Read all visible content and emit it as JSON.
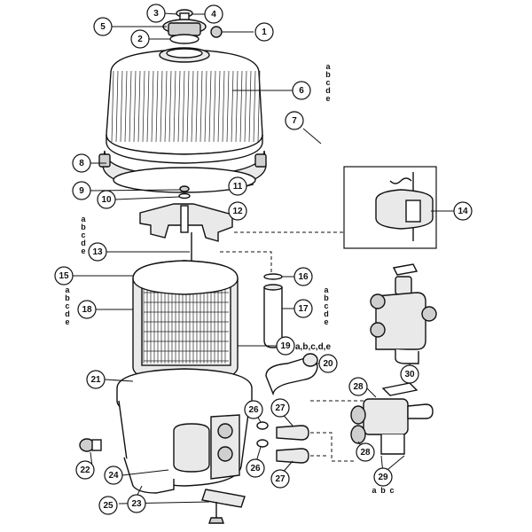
{
  "callouts": [
    {
      "num": "1"
    },
    {
      "num": "2"
    },
    {
      "num": "3"
    },
    {
      "num": "4"
    },
    {
      "num": "5"
    },
    {
      "num": "6"
    },
    {
      "num": "7"
    },
    {
      "num": "8"
    },
    {
      "num": "9"
    },
    {
      "num": "10"
    },
    {
      "num": "11"
    },
    {
      "num": "12"
    },
    {
      "num": "13"
    },
    {
      "num": "14"
    },
    {
      "num": "15"
    },
    {
      "num": "16"
    },
    {
      "num": "17"
    },
    {
      "num": "18"
    },
    {
      "num": "19"
    },
    {
      "num": "20"
    },
    {
      "num": "21"
    },
    {
      "num": "22"
    },
    {
      "num": "23"
    },
    {
      "num": "24"
    },
    {
      "num": "25"
    },
    {
      "num": "26"
    },
    {
      "num": "26"
    },
    {
      "num": "27"
    },
    {
      "num": "27"
    },
    {
      "num": "28"
    },
    {
      "num": "28"
    },
    {
      "num": "29"
    },
    {
      "num": "30"
    }
  ],
  "suffix_19": "a,b,c,d,e",
  "variant_letters": {
    "item_6": [
      "a",
      "b",
      "c",
      "d",
      "e"
    ],
    "item_13": [
      "a",
      "b",
      "c",
      "d",
      "e"
    ],
    "item_17": [
      "a",
      "b",
      "c",
      "d",
      "e"
    ],
    "item_18": [
      "a",
      "b",
      "c",
      "d",
      "e"
    ],
    "item_29": [
      "a",
      "b",
      "c"
    ]
  }
}
